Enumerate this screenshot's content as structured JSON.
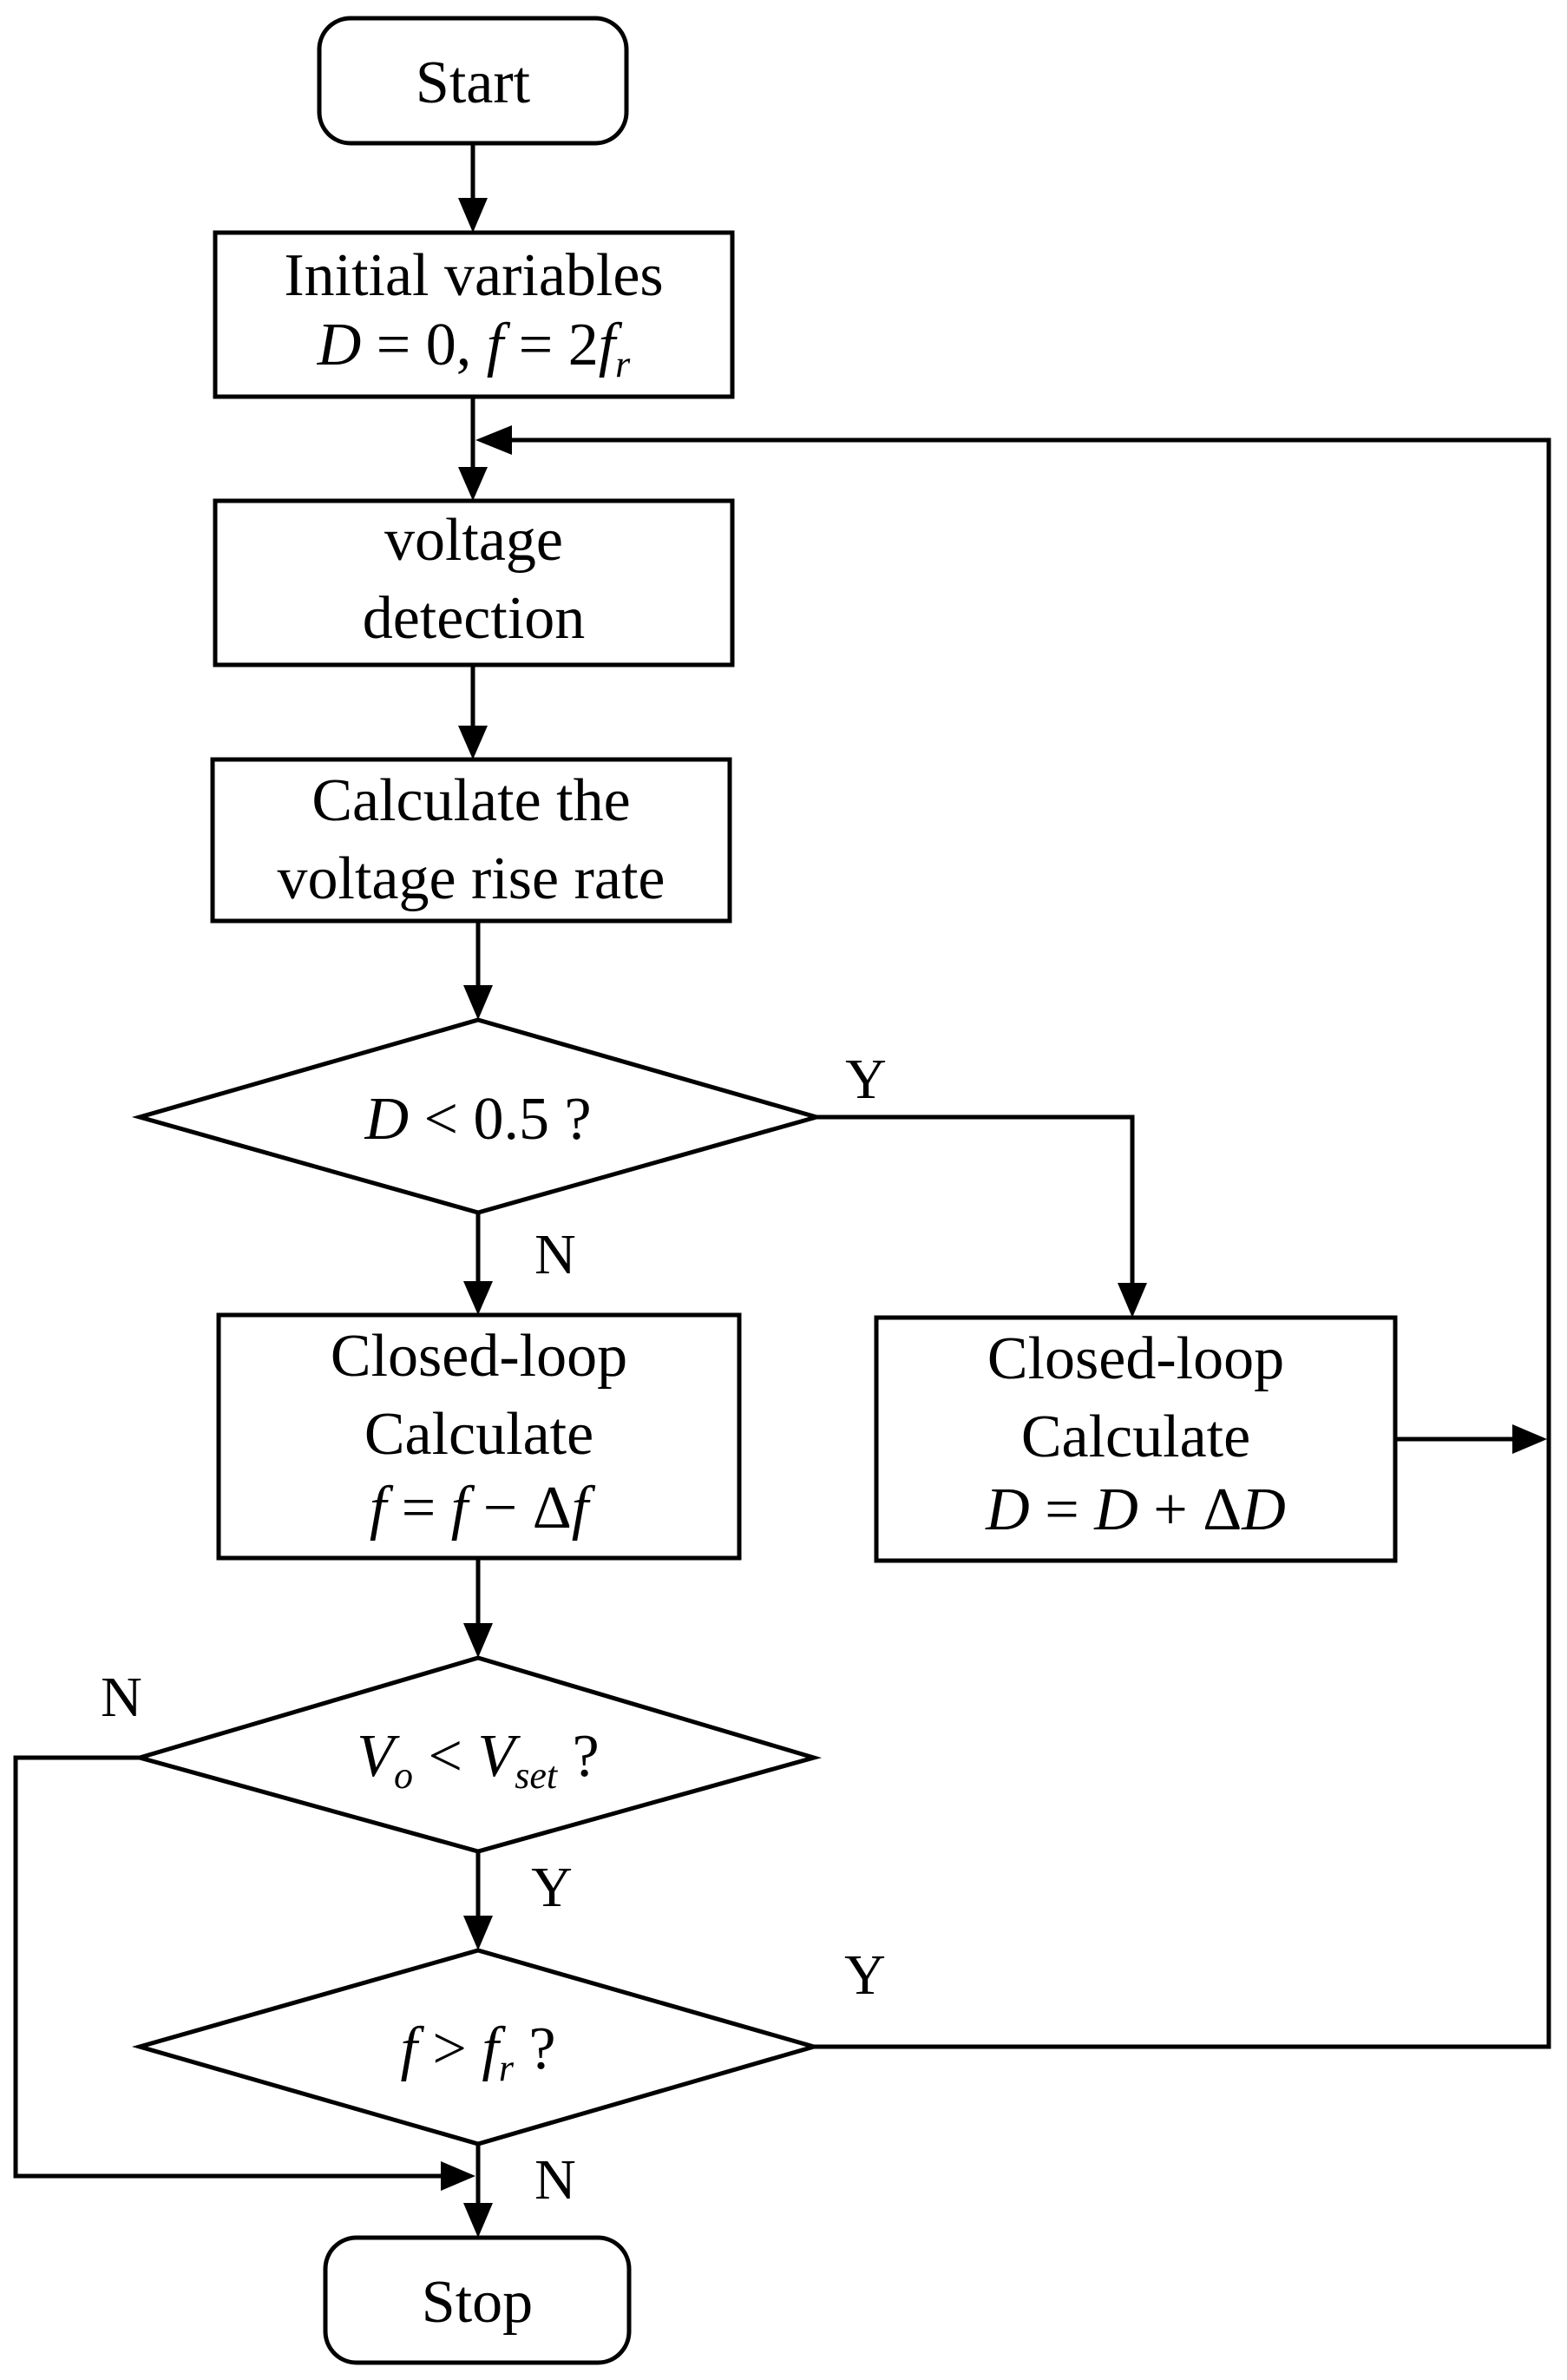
{
  "nodes": {
    "start": "Start",
    "init": {
      "line1": "Initial variables",
      "D": "D",
      "eq0": " = 0, ",
      "f": "f",
      "eq2": " = 2",
      "fr": "f",
      "fr_sub": "r"
    },
    "voltage_detection": {
      "line1": "voltage",
      "line2": "detection"
    },
    "calc_rise": {
      "line1": "Calculate the",
      "line2": "voltage rise rate"
    },
    "decision_d": {
      "D": "D",
      "rest": " < 0.5 ?"
    },
    "closed_left": {
      "line1": "Closed-loop",
      "line2": "Calculate",
      "f1": "f",
      "eq": " = ",
      "f2": "f",
      "minus": " − Δ",
      "f3": "f"
    },
    "closed_right": {
      "line1": "Closed-loop",
      "line2": "Calculate",
      "D1": "D",
      "eq": " = ",
      "D2": "D",
      "plus": " + Δ",
      "D3": "D"
    },
    "decision_v": {
      "V1": "V",
      "V1_sub": "o",
      "lt": " < ",
      "V2": "V",
      "V2_sub": "set",
      "q": " ?"
    },
    "decision_f": {
      "f": "f",
      "gt": " > ",
      "fr": "f",
      "fr_sub": "r",
      "q": " ?"
    },
    "stop": "Stop"
  },
  "edge_labels": {
    "d_yes": "Y",
    "d_no": "N",
    "v_no": "N",
    "v_yes": "Y",
    "f_yes": "Y",
    "f_no": "N"
  }
}
